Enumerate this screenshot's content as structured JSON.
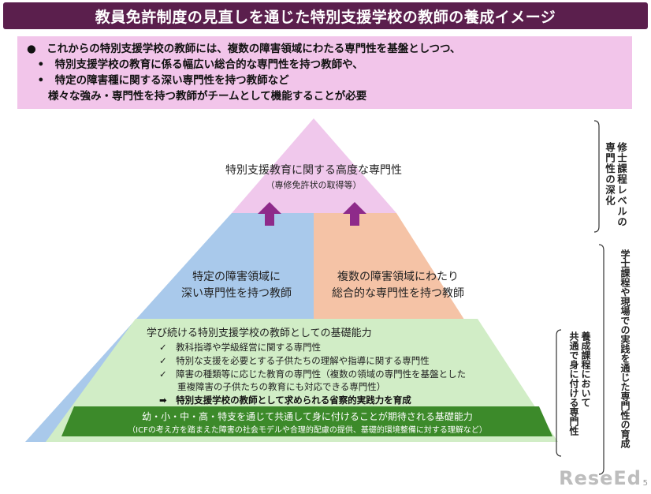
{
  "title": "教員免許制度の見直しを通じた特別支援学校の教師の養成イメージ",
  "intro": {
    "lines": [
      "●　これからの特別支援学校の教師には、複数の障害領域にわたる専門性を基盤としつつ、",
      "　•　特別支援学校の教育に係る幅広い総合的な専門性を持つ教師や、",
      "　•　特定の障害種に関する深い専門性を持つ教師など",
      "　　様々な強み・専門性を持つ教師がチームとして機能することが必要"
    ]
  },
  "pyramid": {
    "top": {
      "title": "特別支援教育に関する高度な専門性",
      "subtitle": "（専修免許状の取得等）"
    },
    "left": {
      "line1": "特定の障害領域に",
      "line2": "深い専門性を持つ教師"
    },
    "right": {
      "line1": "複数の障害領域にわたり",
      "line2": "総合的な専門性を持つ教師"
    },
    "foundation": {
      "title": "学び続ける特別支援学校の教師としての基礎能力",
      "checks": [
        "✓　教科指導や学級経営に関する専門性",
        "✓　特別な支援を必要とする子供たちの理解や指導に関する専門性",
        "✓　障害の種類等に応じた教育の専門性（複数の領域の専門性を基盤とした",
        "　　重複障害の子供たちの教育にも対応できる専門性）"
      ],
      "conclusion": "➡　特別支援学校の教師として求められる省察的実践力を育成"
    },
    "base": {
      "line1": "幼・小・中・高・特支を通じて共通して身に付けることが期待される基礎能力",
      "line2": "（ICFの考え方を踏まえた障害の社会モデルや合理的配慮の提供、基礎的環境整備に対する理解など）"
    }
  },
  "side_labels": {
    "master": [
      "修士課程レベルの",
      "専門性の深化"
    ],
    "bachelor": [
      "学士課程や現場での実践を通じた専門性の育成"
    ],
    "common": [
      "養成課程において",
      "共通で身に付ける専門性"
    ]
  },
  "watermark": "ReseEd",
  "page_number": "5",
  "colors": {
    "title_bg": "#5b1f4d",
    "intro_bg": "#f2c5ea",
    "top_pink": "#f0c8ec",
    "left_blue": "#a9c9eb",
    "right_orange": "#f5c3a6",
    "foundation_green": "#d1edc6",
    "base_green": "#3c8a2a",
    "arrow_purple": "#8e2a8a"
  }
}
